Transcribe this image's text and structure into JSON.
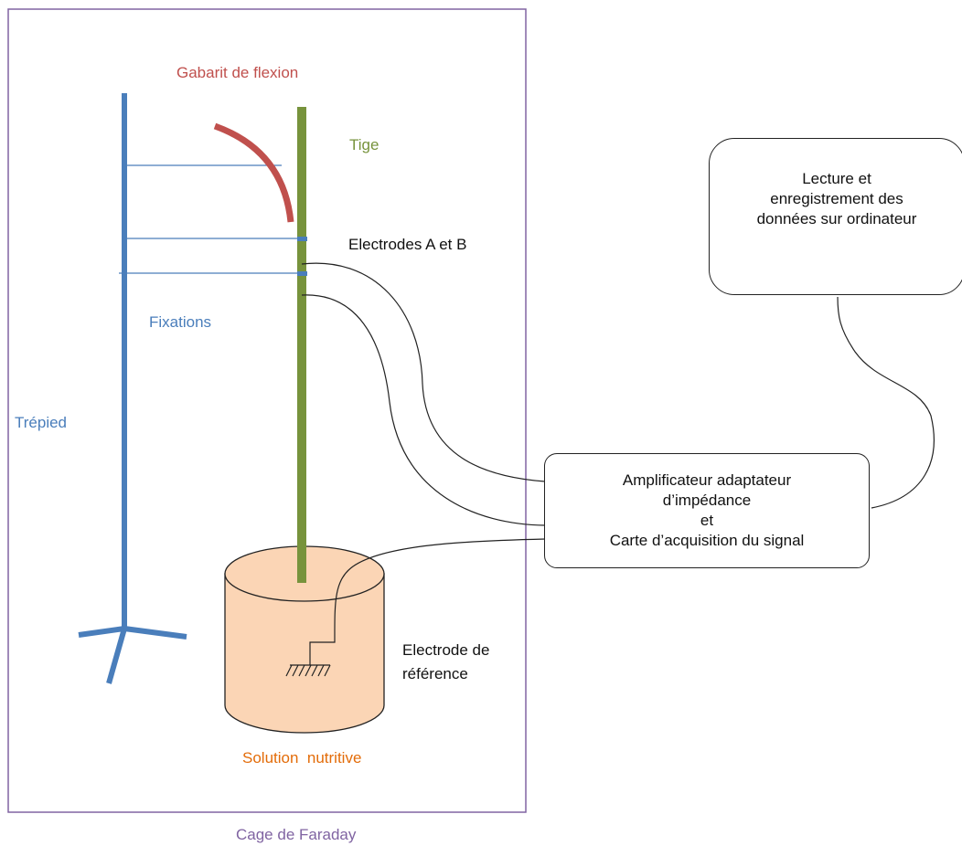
{
  "labels": {
    "gabarit": "Gabarit de flexion",
    "tige": "Tige",
    "electrodes": "Electrodes A et B",
    "fixations": "Fixations",
    "trepied": "Trépied",
    "electrode_reference": "Electrode de\nréférence",
    "solution": "Solution  nutritive",
    "cage": "Cage de Faraday"
  },
  "boxes": {
    "computer": "Lecture et\nenregistrement des\ndonnées sur ordinateur",
    "amplifier": "Amplificateur adaptateur\nd’impédance\net\nCarte d’acquisition du signal"
  },
  "colors": {
    "tripod": "#4a7ebb",
    "stem": "#77933c",
    "bend_template": "#c0504d",
    "cage_border": "#8064a2",
    "solution_fill": "#fbd5b5",
    "solution_text": "#e36c09",
    "fixation_lines": "#4a7ebb"
  }
}
